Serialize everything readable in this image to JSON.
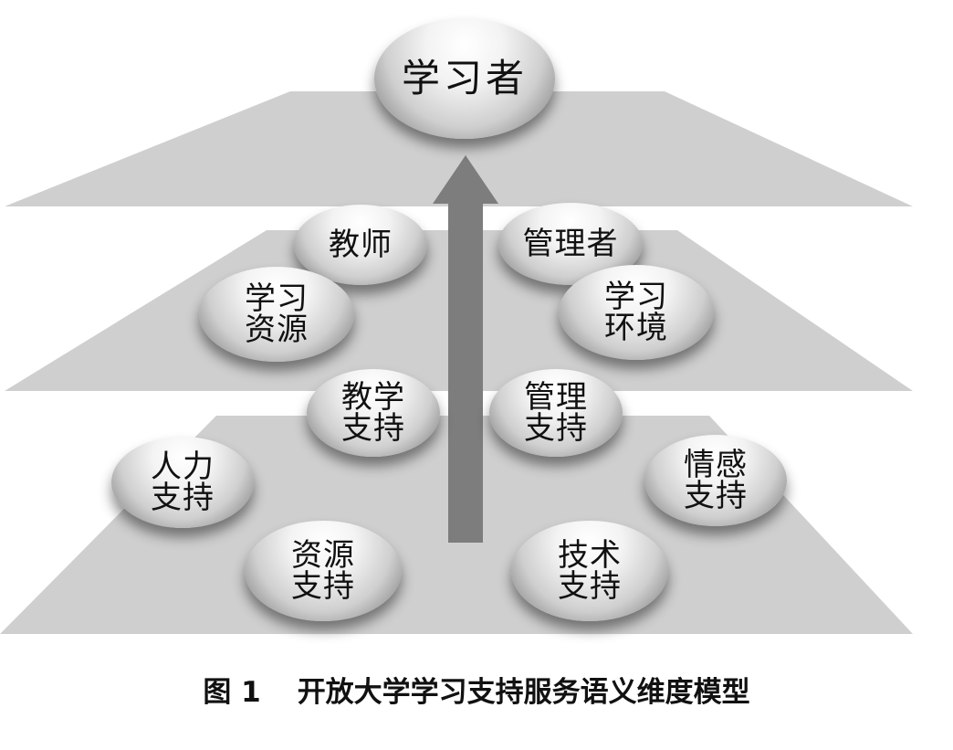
{
  "diagram": {
    "top_node": "学习者",
    "middle_nodes": [
      {
        "line1": "教师",
        "line2": ""
      },
      {
        "line1": "管理者",
        "line2": ""
      },
      {
        "line1": "学习",
        "line2": "资源"
      },
      {
        "line1": "学习",
        "line2": "环境"
      }
    ],
    "bottom_nodes": [
      {
        "line1": "教学",
        "line2": "支持"
      },
      {
        "line1": "管理",
        "line2": "支持"
      },
      {
        "line1": "人力",
        "line2": "支持"
      },
      {
        "line1": "情感",
        "line2": "支持"
      },
      {
        "line1": "资源",
        "line2": "支持"
      },
      {
        "line1": "技术",
        "line2": "支持"
      }
    ]
  },
  "caption": {
    "label": "图 1",
    "text": "开放大学学习支持服务语义维度模型"
  },
  "colors": {
    "plane": "#cfcfcf",
    "arrow": "#7d7d7d",
    "text": "#111111"
  }
}
